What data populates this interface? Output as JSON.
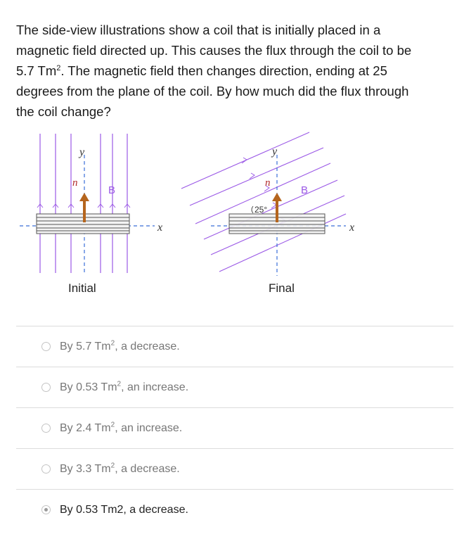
{
  "question": {
    "line1": "The side-view illustrations show a coil that is initially placed in a",
    "line2": "magnetic field directed up. This causes the flux through the coil to be",
    "line3_pre": "5.7 Tm",
    "line3_sup": "2",
    "line3_post": ". The magnetic field then changes direction, ending at 25",
    "line4": "degrees from the plane of the coil. By how much did the flux through",
    "line5": "the coil change?"
  },
  "figure": {
    "initial": {
      "caption": "Initial",
      "y_label": "y",
      "n_label": "n",
      "b_label": "B",
      "x_label": "x"
    },
    "final": {
      "caption": "Final",
      "y_label": "y",
      "n_label": "n",
      "b_label": "B",
      "x_label": "x",
      "angle_label": "25°"
    },
    "colors": {
      "field_lines": "#9b59e6",
      "normal_arrow": "#b5651d",
      "axis": "#3a6fd8",
      "b_label": "#9b59e6"
    }
  },
  "options": [
    {
      "pre": "By 5.7 Tm",
      "sup": "2",
      "post": ", a decrease.",
      "selected": false
    },
    {
      "pre": "By 0.53 Tm",
      "sup": "2",
      "post": ", an increase.",
      "selected": false
    },
    {
      "pre": "By 2.4 Tm",
      "sup": "2",
      "post": ", an increase.",
      "selected": false
    },
    {
      "pre": "By 3.3 Tm",
      "sup": "2",
      "post": ", a decrease.",
      "selected": false
    },
    {
      "pre": "By 0.53 Tm2, a decrease.",
      "sup": "",
      "post": "",
      "selected": true
    }
  ]
}
